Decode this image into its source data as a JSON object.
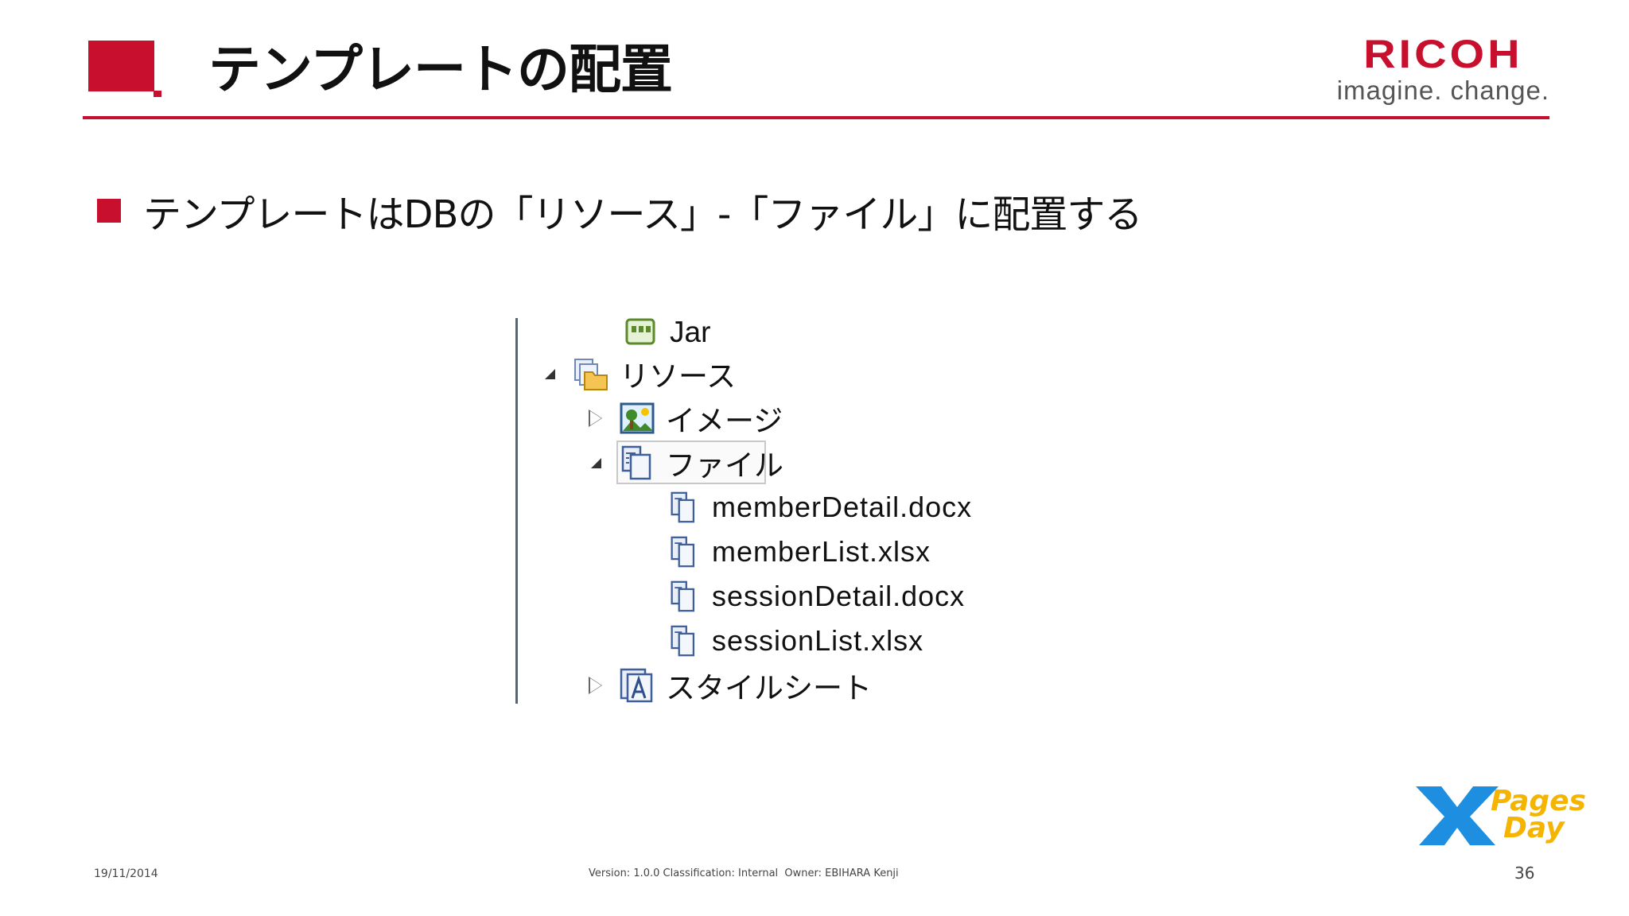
{
  "slide": {
    "title": "テンプレートの配置",
    "brand": {
      "name": "RICOH",
      "tagline": "imagine. change."
    },
    "bullet": "テンプレートはDBの「リソース」-「ファイル」に配置する"
  },
  "tree": {
    "nodes": [
      {
        "label": "Jar",
        "icon": "jar-icon",
        "expanded": null
      },
      {
        "label": "リソース",
        "icon": "resources-folder-icon",
        "expanded": true
      },
      {
        "label": "イメージ",
        "icon": "image-icon",
        "expanded": false
      },
      {
        "label": "ファイル",
        "icon": "files-icon",
        "expanded": true,
        "selected": true
      },
      {
        "label": "memberDetail.docx",
        "icon": "file-icon"
      },
      {
        "label": "memberList.xlsx",
        "icon": "file-icon"
      },
      {
        "label": "sessionDetail.docx",
        "icon": "file-icon"
      },
      {
        "label": "sessionList.xlsx",
        "icon": "file-icon"
      },
      {
        "label": "スタイルシート",
        "icon": "stylesheet-icon",
        "expanded": false
      }
    ]
  },
  "footer": {
    "date": "19/11/2014",
    "meta": "Version: 1.0.0 Classification: Internal  Owner: EBIHARA Kenji",
    "page": "36",
    "event_logo": {
      "line1": "Pages",
      "line2": "Day"
    }
  },
  "colors": {
    "accent": "#c8102e",
    "event_blue": "#1e8fe0",
    "event_yellow": "#f5b400"
  }
}
